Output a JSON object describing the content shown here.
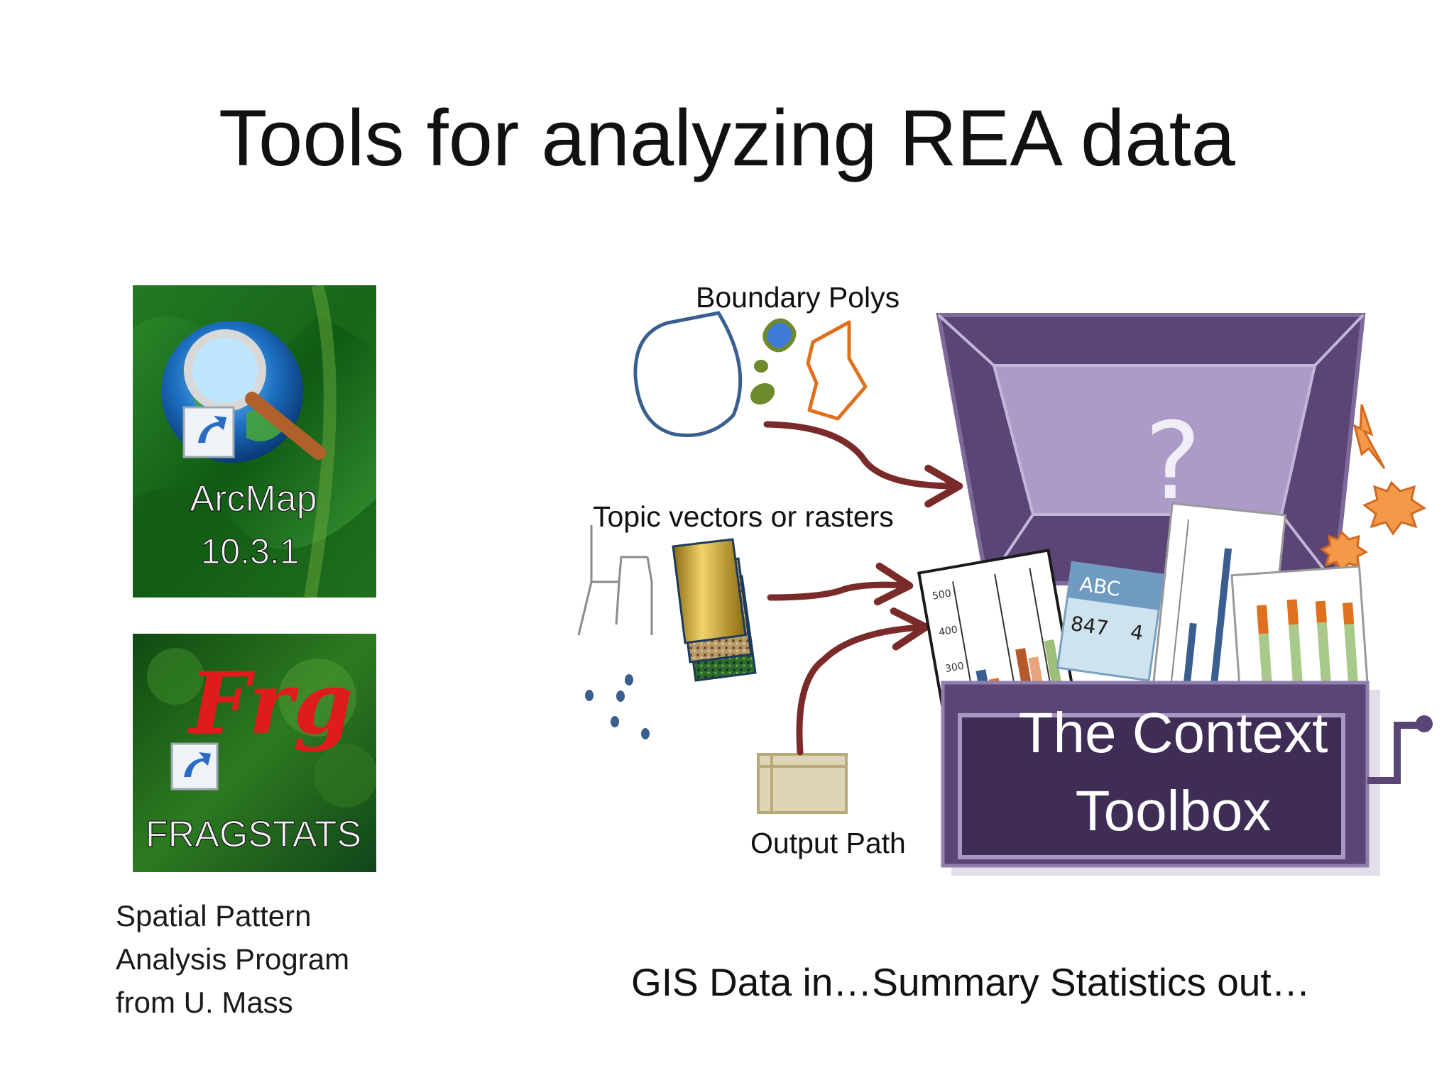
{
  "slide": {
    "title": "Tools for analyzing REA data",
    "footer": "GIS Data in…Summary Statistics out…"
  },
  "icons": {
    "arcmap": {
      "line1": "ArcMap",
      "line2": "10.3.1",
      "icon_name": "arcmap-globe-magnifier-icon"
    },
    "fragstats": {
      "logo_text": "Frg",
      "label": "FRAGSTATS",
      "icon_name": "fragstats-logo-icon"
    }
  },
  "caption": {
    "lines": [
      "Spatial Pattern",
      "Analysis Program",
      "from U. Mass"
    ]
  },
  "diagram": {
    "label_boundary": "Boundary Polys",
    "label_topic": "Topic vectors or rasters",
    "label_output": "Output Path",
    "toolbox_line1": "The Context",
    "toolbox_line2": "Toolbox",
    "question_mark": "?",
    "chart1_ticks": [
      "500",
      "400",
      "300"
    ],
    "chart2_text": [
      "ABC",
      "847",
      "4"
    ],
    "colors": {
      "box_purple": "#5b4577",
      "box_dark": "#3f2d56",
      "box_light": "#ab9bc6",
      "arrow": "#7b2a2a",
      "drop_outline": "#3a5f8f",
      "orange": "#e0701e",
      "green_blob": "#6f8a2c"
    }
  }
}
